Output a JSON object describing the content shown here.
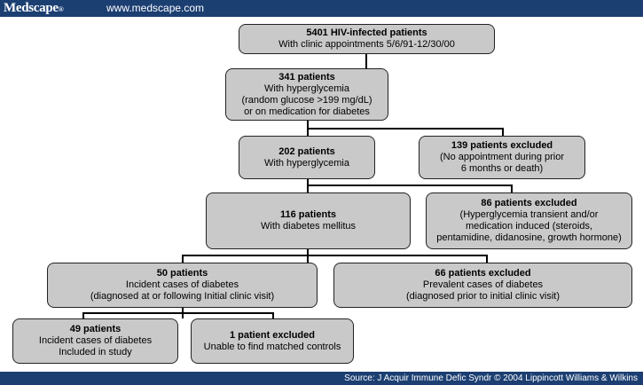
{
  "header": {
    "logo": "Medscape",
    "logo_mark": "®",
    "url": "www.medscape.com"
  },
  "footer": {
    "source": "Source: J Acquir Immune Defic Syndr © 2004 Lippincott Williams & Wilkins"
  },
  "diagram": {
    "boxes": [
      {
        "title": "5401 HIV-infected patients",
        "lines": [
          "With clinic appointments 5/6/91-12/30/00"
        ]
      },
      {
        "title": "341 patients",
        "lines": [
          "With hyperglycemia",
          "(random glucose >199 mg/dL)",
          "or on medication for diabetes"
        ]
      },
      {
        "title": "202 patients",
        "lines": [
          "With hyperglycemia"
        ]
      },
      {
        "title": "139 patients excluded",
        "lines": [
          "(No appointment during prior",
          "6 months or death)"
        ]
      },
      {
        "title": "116 patients",
        "lines": [
          "With diabetes mellitus"
        ]
      },
      {
        "title": "86 patients excluded",
        "lines": [
          "(Hyperglycemia transient and/or",
          "medication induced (steroids,",
          "pentamidine, didanosine, growth hormone)"
        ]
      },
      {
        "title": "50 patients",
        "lines": [
          "Incident cases of diabetes",
          "(diagnosed at or following Initial clinic visit)"
        ]
      },
      {
        "title": "66 patients excluded",
        "lines": [
          "Prevalent cases of diabetes",
          "(diagnosed prior to initial clinic visit)"
        ]
      },
      {
        "title": "49 patients",
        "lines": [
          "Incident cases of diabetes",
          "Included in study"
        ]
      },
      {
        "title": "1 patient excluded",
        "lines": [
          "Unable to find matched controls"
        ]
      }
    ]
  }
}
